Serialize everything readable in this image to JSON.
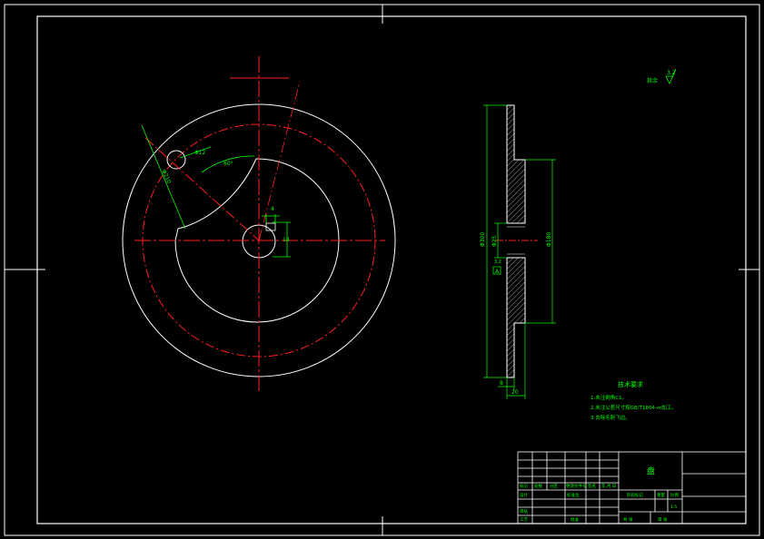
{
  "drawing": {
    "title": "盘",
    "company": "",
    "notes": {
      "heading": "技术要求",
      "items": [
        "1.未注倒角C1。",
        "2.未注公差尺寸按GB/T1804-m加工。",
        "3.去除毛刺飞边。"
      ]
    },
    "roughness_other": "其余",
    "roughness_value": "3.2",
    "front_view": {
      "hole_dia": "Φ12",
      "slot_angle": "60°",
      "keyway": "4",
      "bore_offset": "14",
      "pcd": "Φ210"
    },
    "side_view": {
      "overall_dia": "Φ300",
      "hub_dia": "Φ180",
      "bore_dia": "Φ25",
      "thickness": "8",
      "total_width": "20",
      "roughness_mark": "3.2",
      "datum": "A"
    },
    "title_block": {
      "left_rows": [
        [
          "标记",
          "处数",
          "分区",
          "更改文件号",
          "签名",
          "年.月.日"
        ],
        [
          "设计",
          "",
          "",
          "标准化",
          "",
          ""
        ],
        [
          "审核",
          "",
          "",
          "",
          "",
          ""
        ],
        [
          "工艺",
          "",
          "",
          "批准",
          "",
          ""
        ]
      ],
      "stage_label": "阶段标记",
      "weight_label": "重量",
      "scale_label": "比例",
      "scale_value": "1:5",
      "sheet_total": "共 张",
      "sheet_no": "第 张"
    }
  }
}
